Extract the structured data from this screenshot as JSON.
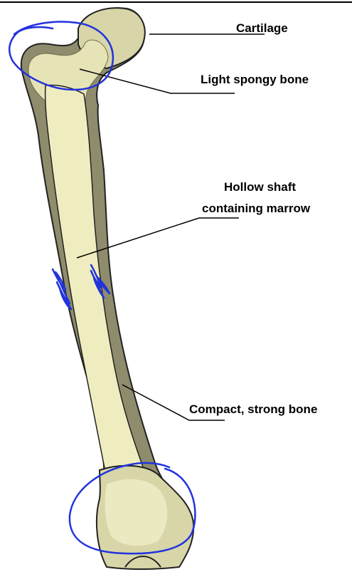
{
  "labels": {
    "cartilage": "Cartilage",
    "spongy": "Light spongy bone",
    "hollow_line1": "Hollow shaft",
    "hollow_line2": "containing marrow",
    "compact": "Compact, strong bone"
  },
  "colors": {
    "bone_shell": "#8e8c6c",
    "bone_inner": "#efedbf",
    "bone_end": "#d8d6a8",
    "bone_end_light": "#ebe9c2",
    "outline": "#222222",
    "pointer_line": "#000000",
    "annotation_ink": "#2233dd"
  }
}
